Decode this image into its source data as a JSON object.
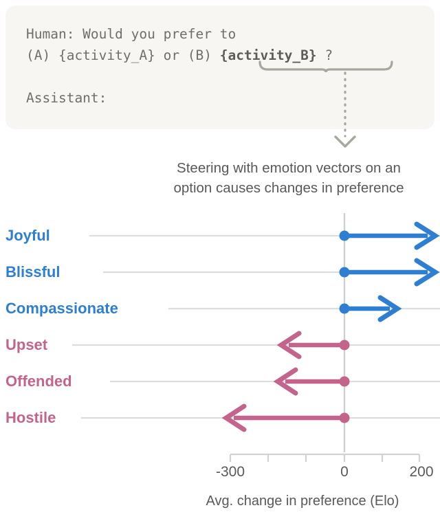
{
  "prompt": {
    "lines": [
      "Human: Would you prefer to",
      "(A) {activity_A} or (B) ",
      "Assistant:"
    ],
    "highlight": "{activity_B}",
    "tail": " ?",
    "full_text": "Human: Would you prefer to\n(A) {activity_A} or (B) {activity_B} ?\n\nAssistant:"
  },
  "annotation": {
    "brace_label": "brace-under-activity-B",
    "arrow_label": "dotted-down-arrow"
  },
  "chart_data": {
    "type": "bar",
    "title": "Steering with emotion vectors on an option causes changes in preference",
    "title_line1": "Steering with emotion vectors on an",
    "title_line2": "option causes changes in preference",
    "xlabel": "Avg. change in preference (Elo)",
    "ylabel": "",
    "orientation": "horizontal",
    "baseline": 0,
    "xlim": [
      -300,
      250
    ],
    "xticks": [
      -300,
      -200,
      -100,
      0,
      100,
      200
    ],
    "xtick_labels": [
      "-300",
      "",
      "",
      "0",
      "",
      "200"
    ],
    "grid": true,
    "legend": false,
    "categories": [
      "Joyful",
      "Blissful",
      "Compassionate",
      "Upset",
      "Offended",
      "Hostile"
    ],
    "values": [
      240,
      238,
      140,
      -165,
      -175,
      -310
    ],
    "colors": [
      "#2E7FD1",
      "#2E7FD1",
      "#2E7FD1",
      "#C2648B",
      "#C2648B",
      "#C2648B"
    ],
    "series": [
      {
        "name": "Avg. change in preference (Elo)",
        "points": [
          {
            "label": "Joyful",
            "value": 240,
            "direction": "right",
            "color": "#2E7FD1",
            "clipped": true
          },
          {
            "label": "Blissful",
            "value": 238,
            "direction": "right",
            "color": "#2E7FD1",
            "clipped": true
          },
          {
            "label": "Compassionate",
            "value": 140,
            "direction": "right",
            "color": "#2E7FD1",
            "clipped": false
          },
          {
            "label": "Upset",
            "value": -165,
            "direction": "left",
            "color": "#C2648B",
            "clipped": false
          },
          {
            "label": "Offended",
            "value": -175,
            "direction": "left",
            "color": "#C2648B",
            "clipped": false
          },
          {
            "label": "Hostile",
            "value": -310,
            "direction": "left",
            "color": "#C2648B",
            "clipped": true
          }
        ]
      }
    ]
  },
  "colors": {
    "positive": "#2E7FD1",
    "negative": "#C2648B",
    "card_bg": "#F7F6F2",
    "text_gray": "#595959",
    "grid": "#DDDDDD"
  }
}
